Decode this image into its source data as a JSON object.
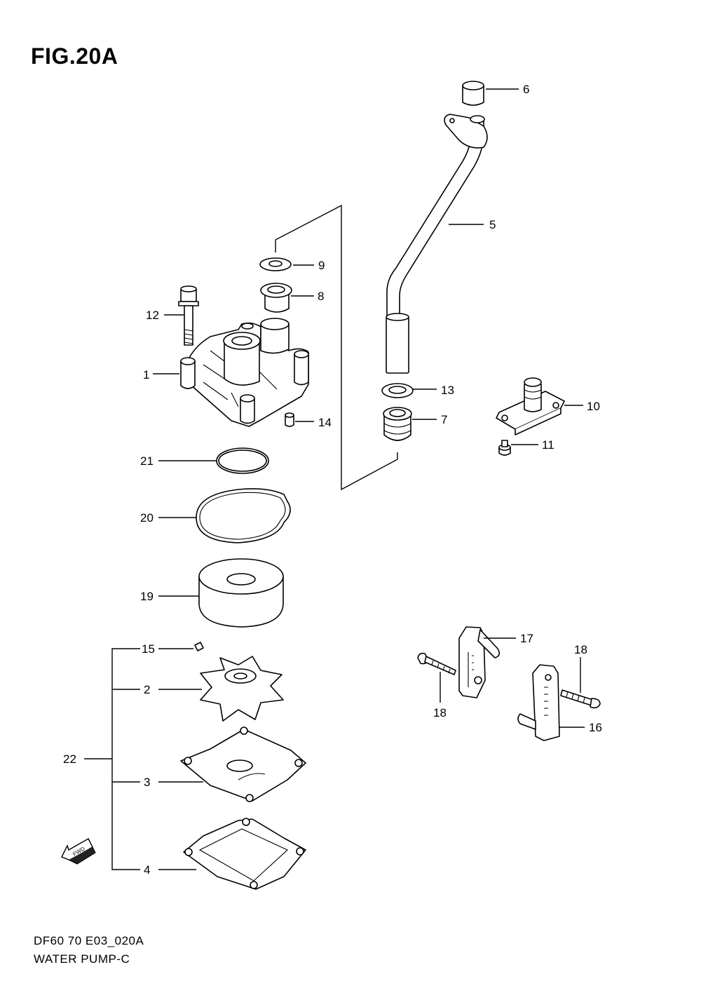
{
  "figure": {
    "title": "FIG.20A"
  },
  "footer": {
    "code": "DF60 70 E03_020A",
    "name": "WATER PUMP-C"
  },
  "fwd_marker": "FWD",
  "callouts": {
    "p1": "1",
    "p2": "2",
    "p3": "3",
    "p4": "4",
    "p5": "5",
    "p6": "6",
    "p7": "7",
    "p8": "8",
    "p9": "9",
    "p10": "10",
    "p11": "11",
    "p12": "12",
    "p13": "13",
    "p14": "14",
    "p15": "15",
    "p16": "16",
    "p17": "17",
    "p18a": "18",
    "p18b": "18",
    "p19": "19",
    "p20": "20",
    "p21": "21",
    "p22": "22"
  }
}
